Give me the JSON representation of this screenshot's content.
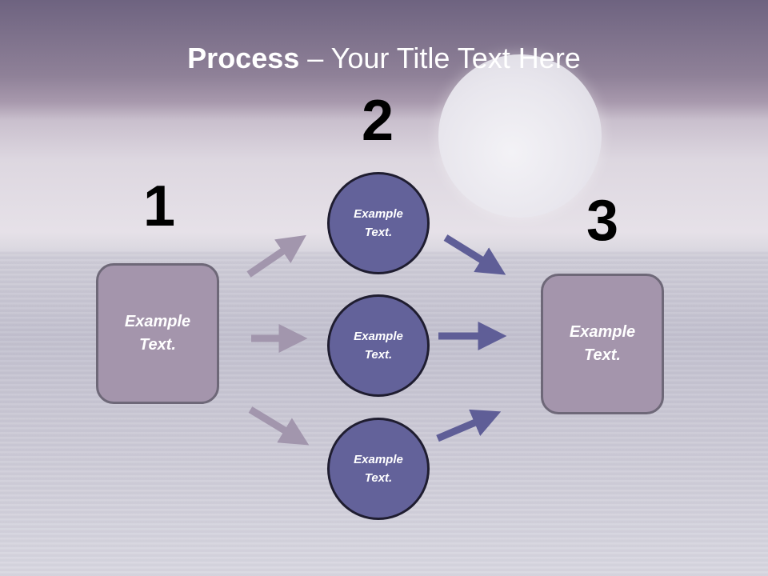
{
  "slide": {
    "title_bold": "Process",
    "title_sep": " – ",
    "title_rest": "Your Title Text Here"
  },
  "steps": [
    "1",
    "2",
    "3"
  ],
  "left_box": {
    "label": "Example\nText."
  },
  "middle_circles": [
    {
      "label": "Example\nText."
    },
    {
      "label": "Example\nText."
    },
    {
      "label": "Example\nText."
    }
  ],
  "right_box": {
    "label": "Example\nText."
  },
  "colors": {
    "box_fill": "#a495ac",
    "circle_fill": "#63629a",
    "arrow_light": "#a296ad",
    "arrow_dark": "#5f5e97"
  }
}
